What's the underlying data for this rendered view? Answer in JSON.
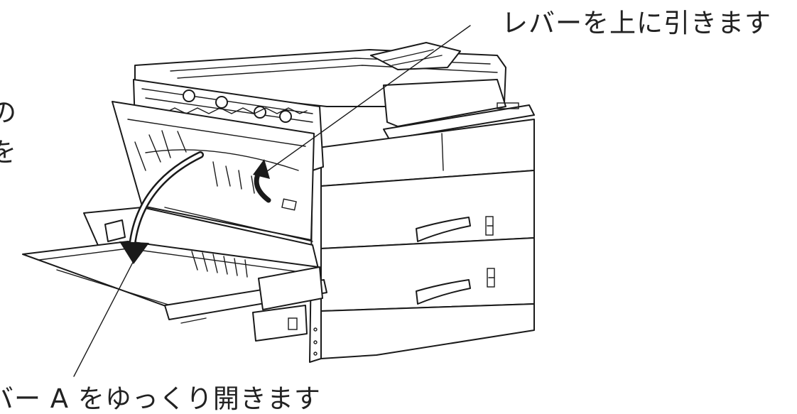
{
  "labels": {
    "lever_up": "レバーを上に引きます",
    "cover_open": "バー A をゆっくり開きます",
    "clipped_line_1": "の",
    "clipped_line_2": "を"
  },
  "colors": {
    "line": "#1a1a1a",
    "background": "#ffffff"
  },
  "icons": {
    "lever_arrow": "curved-up-arrow-icon",
    "cover_arrow": "curved-down-arrow-icon"
  }
}
